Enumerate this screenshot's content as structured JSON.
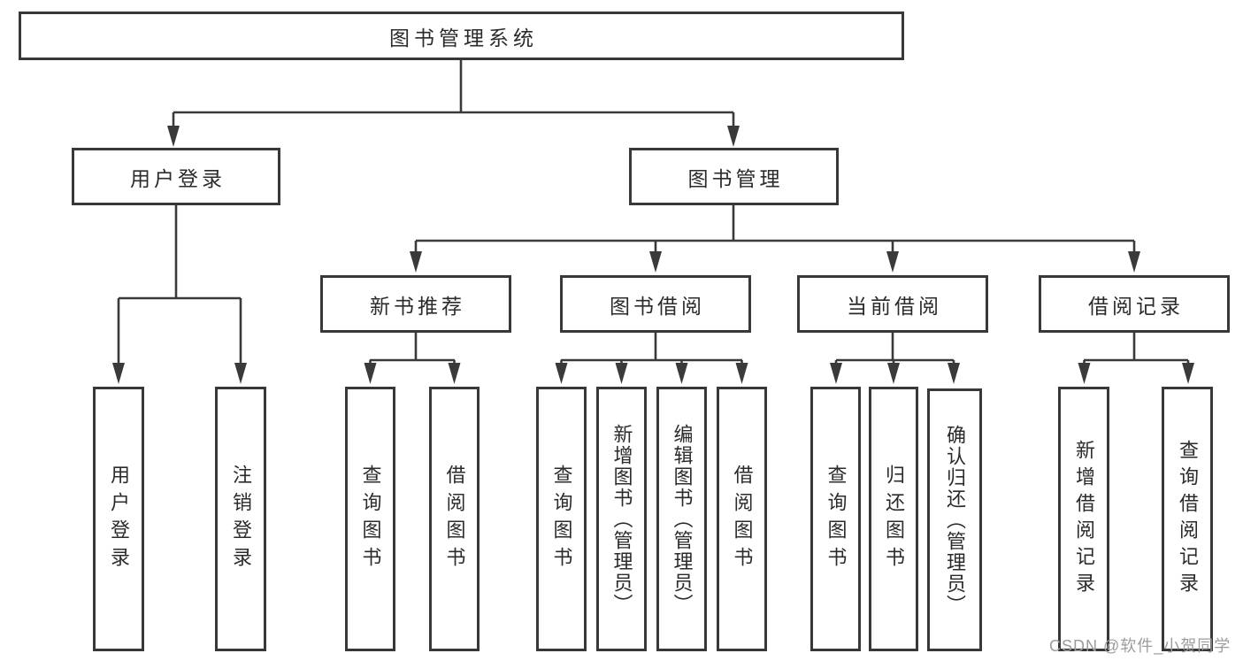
{
  "diagram": {
    "root": "图书管理系统",
    "level2": [
      {
        "label": "用户登录",
        "parent": "图书管理系统"
      },
      {
        "label": "图书管理",
        "parent": "图书管理系统"
      }
    ],
    "level3": [
      {
        "label": "新书推荐",
        "parent": "图书管理"
      },
      {
        "label": "图书借阅",
        "parent": "图书管理"
      },
      {
        "label": "当前借阅",
        "parent": "图书管理"
      },
      {
        "label": "借阅记录",
        "parent": "图书管理"
      }
    ],
    "leaves": [
      {
        "label": "用户登录",
        "parent": "用户登录"
      },
      {
        "label": "注销登录",
        "parent": "用户登录"
      },
      {
        "label": "查询图书",
        "parent": "新书推荐"
      },
      {
        "label": "借阅图书",
        "parent": "新书推荐"
      },
      {
        "label": "查询图书",
        "parent": "图书借阅"
      },
      {
        "label": "新增图书（管理员）",
        "parent": "图书借阅"
      },
      {
        "label": "编辑图书（管理员）",
        "parent": "图书借阅"
      },
      {
        "label": "借阅图书",
        "parent": "图书借阅"
      },
      {
        "label": "查询图书",
        "parent": "当前借阅"
      },
      {
        "label": "归还图书",
        "parent": "当前借阅"
      },
      {
        "label": "确认归还（管理员）",
        "parent": "当前借阅"
      },
      {
        "label": "新增借阅记录",
        "parent": "借阅记录"
      },
      {
        "label": "查询借阅记录",
        "parent": "借阅记录"
      }
    ],
    "colors": {
      "line": "#3a3a3a",
      "box_border": "#383838",
      "text": "#2b2b2b",
      "background": "#ffffff",
      "watermark": "#9c9c9c"
    }
  },
  "watermark": {
    "text": "CSDN @软件_小贺同学"
  }
}
